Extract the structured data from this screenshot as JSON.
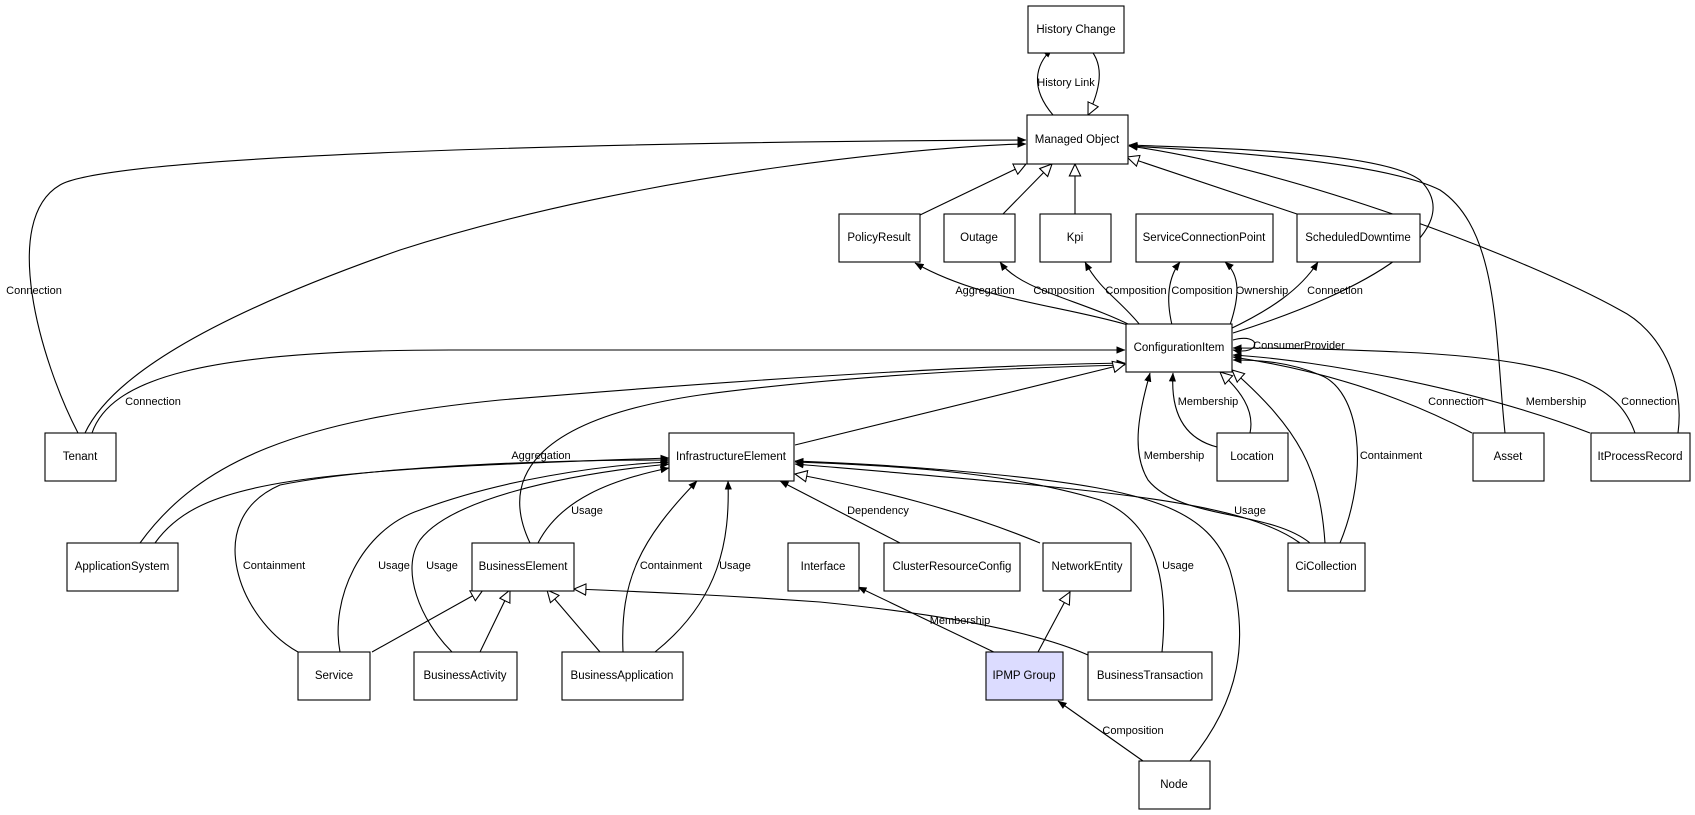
{
  "diagram": {
    "nodes": [
      {
        "id": "history_change",
        "label": "History Change"
      },
      {
        "id": "managed_object",
        "label": "Managed Object"
      },
      {
        "id": "policy_result",
        "label": "PolicyResult"
      },
      {
        "id": "outage",
        "label": "Outage"
      },
      {
        "id": "kpi",
        "label": "Kpi"
      },
      {
        "id": "service_connection_point",
        "label": "ServiceConnectionPoint"
      },
      {
        "id": "scheduled_downtime",
        "label": "ScheduledDowntime"
      },
      {
        "id": "configuration_item",
        "label": "ConfigurationItem"
      },
      {
        "id": "tenant",
        "label": "Tenant"
      },
      {
        "id": "infrastructure_element",
        "label": "InfrastructureElement"
      },
      {
        "id": "location",
        "label": "Location"
      },
      {
        "id": "asset",
        "label": "Asset"
      },
      {
        "id": "it_process_record",
        "label": "ItProcessRecord"
      },
      {
        "id": "application_system",
        "label": "ApplicationSystem"
      },
      {
        "id": "business_element",
        "label": "BusinessElement"
      },
      {
        "id": "interface",
        "label": "Interface"
      },
      {
        "id": "cluster_resource_config",
        "label": "ClusterResourceConfig"
      },
      {
        "id": "network_entity",
        "label": "NetworkEntity"
      },
      {
        "id": "ci_collection",
        "label": "CiCollection"
      },
      {
        "id": "service",
        "label": "Service"
      },
      {
        "id": "business_activity",
        "label": "BusinessActivity"
      },
      {
        "id": "business_application",
        "label": "BusinessApplication"
      },
      {
        "id": "ipmp_group",
        "label": "IPMP Group",
        "highlighted": true
      },
      {
        "id": "business_transaction",
        "label": "BusinessTransaction"
      },
      {
        "id": "node",
        "label": "Node"
      }
    ],
    "edge_labels": [
      {
        "id": "history_link",
        "text": "History Link"
      },
      {
        "id": "tenant_mo_connection",
        "text": "Connection"
      },
      {
        "id": "ci_policy_aggregation",
        "text": "Aggregation"
      },
      {
        "id": "ci_outage_composition",
        "text": "Composition"
      },
      {
        "id": "ci_kpi_composition",
        "text": "Composition"
      },
      {
        "id": "ci_scp_composition",
        "text": "Composition"
      },
      {
        "id": "scp_ci_ownership",
        "text": "Ownership"
      },
      {
        "id": "ci_sd_connection",
        "text": "Connection"
      },
      {
        "id": "ci_consumer_provider",
        "text": "ConsumerProvider"
      },
      {
        "id": "tenant_ci_connection",
        "text": "Connection"
      },
      {
        "id": "location_membership",
        "text": "Membership"
      },
      {
        "id": "asset_ci_connection",
        "text": "Connection"
      },
      {
        "id": "itpr_ci_membership",
        "text": "Membership"
      },
      {
        "id": "itpr_mo_connection",
        "text": "Connection"
      },
      {
        "id": "appsys_ie_aggregation",
        "text": "Aggregation"
      },
      {
        "id": "cicoll_ci_membership",
        "text": "Membership"
      },
      {
        "id": "cicoll_ci_containment",
        "text": "Containment"
      },
      {
        "id": "be_ie_usage",
        "text": "Usage"
      },
      {
        "id": "crc_ie_dependency",
        "text": "Dependency"
      },
      {
        "id": "cicoll_ie_usage",
        "text": "Usage"
      },
      {
        "id": "service_ie_containment",
        "text": "Containment"
      },
      {
        "id": "service_ie_usage",
        "text": "Usage"
      },
      {
        "id": "ba_ie_usage",
        "text": "Usage"
      },
      {
        "id": "bapp_ie_containment",
        "text": "Containment"
      },
      {
        "id": "bapp_ie_usage",
        "text": "Usage"
      },
      {
        "id": "bt_ie_usage",
        "text": "Usage"
      },
      {
        "id": "ipmp_interface_membership",
        "text": "Membership"
      },
      {
        "id": "node_ipmp_composition",
        "text": "Composition"
      }
    ]
  }
}
